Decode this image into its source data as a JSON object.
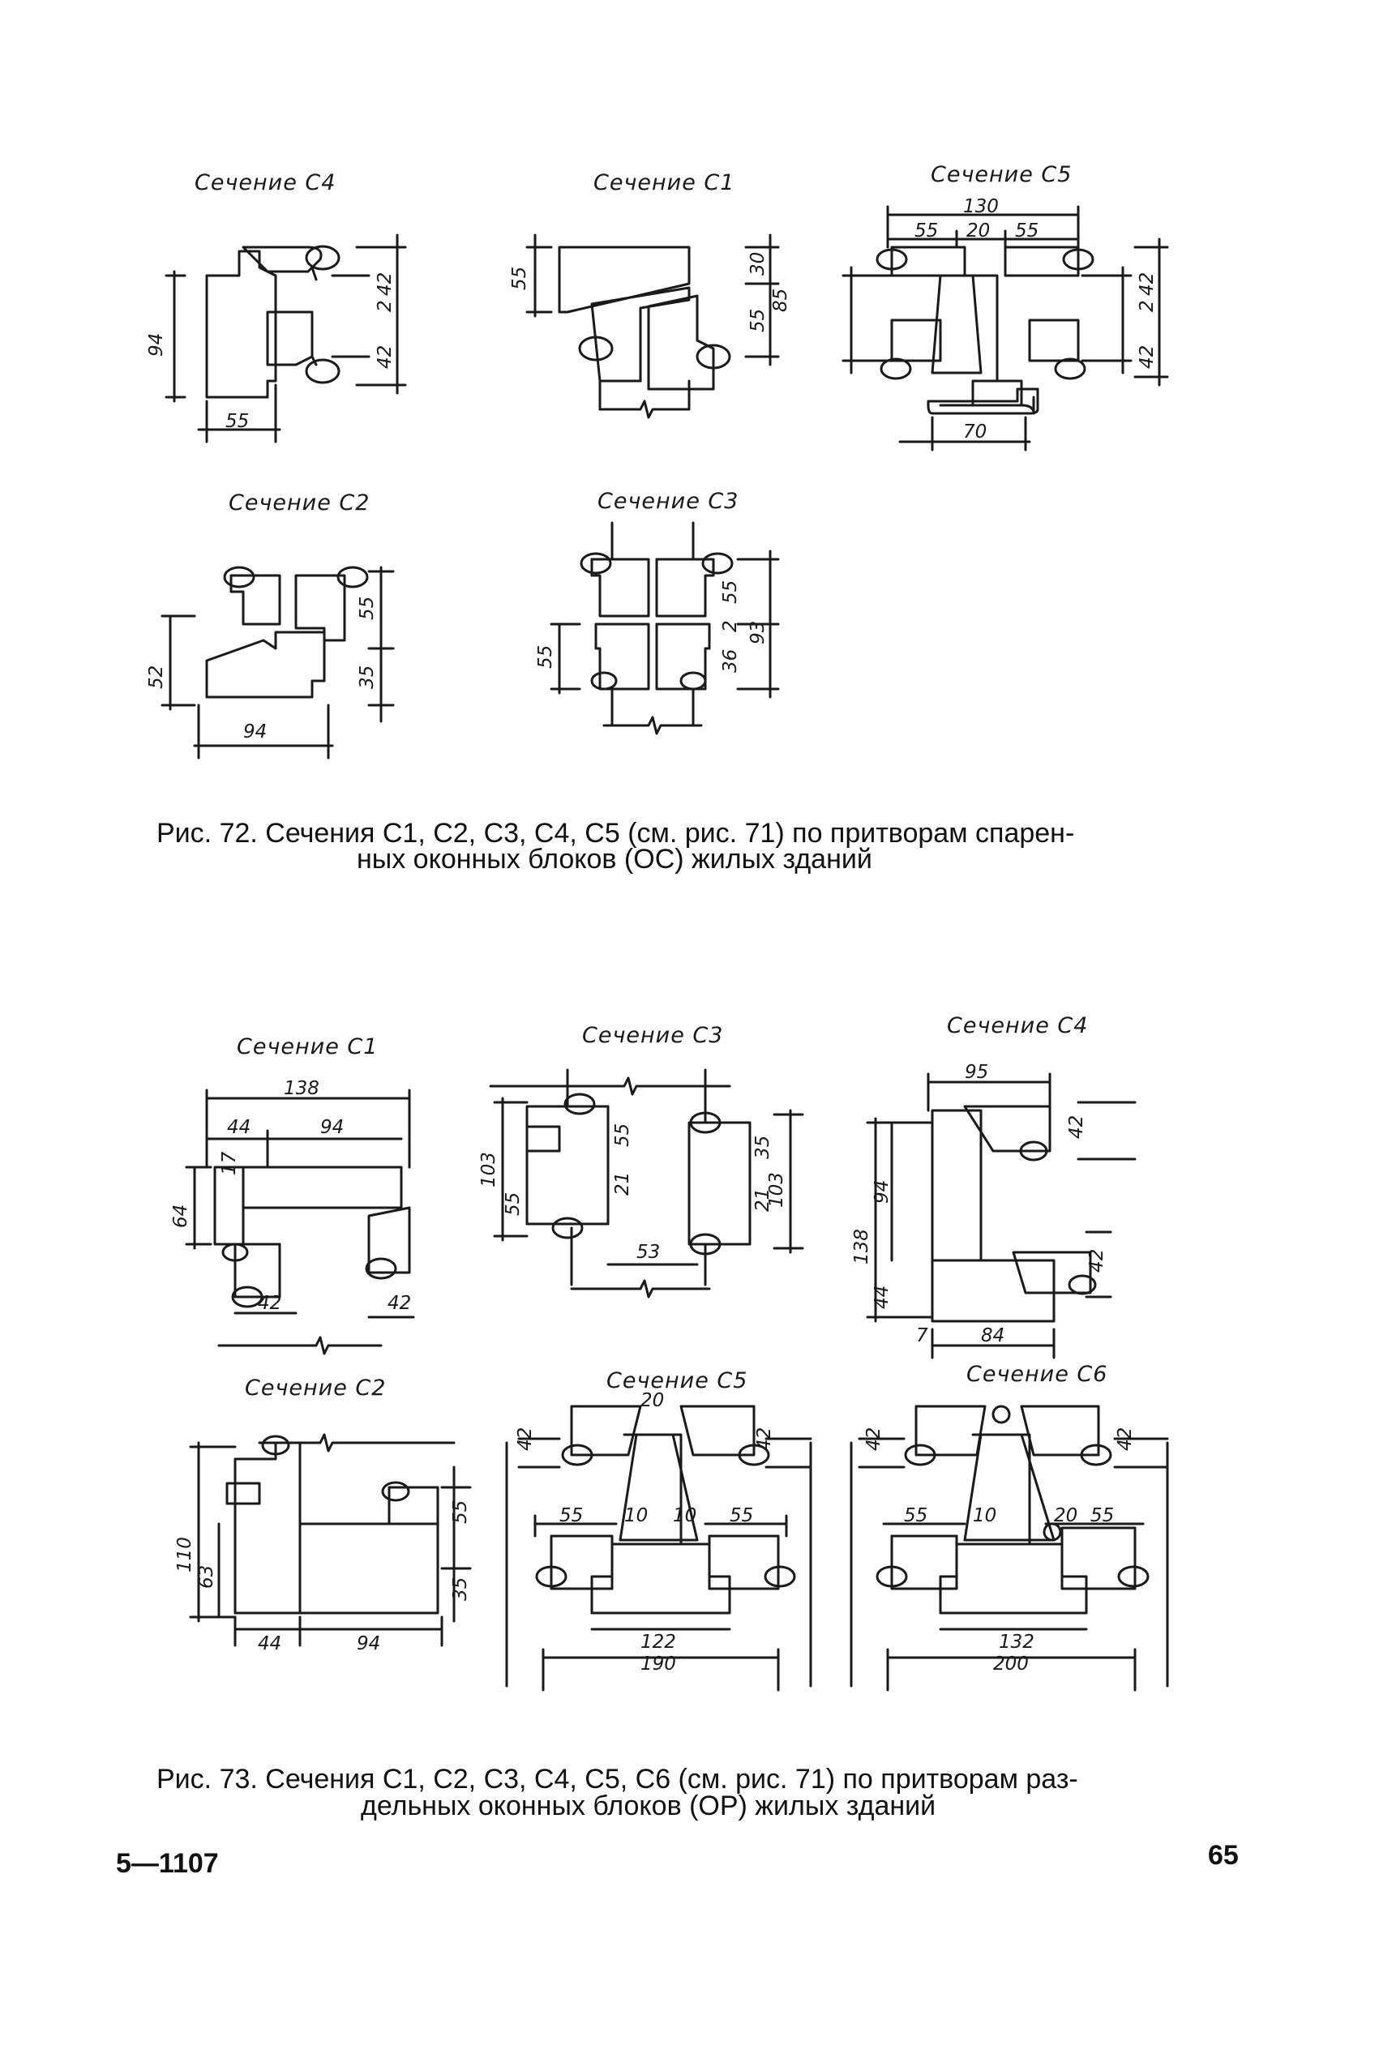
{
  "fig72": {
    "sections": [
      {
        "id": "c4",
        "title": "Сечение С4",
        "dims": [
          "94",
          "55",
          "42",
          "2",
          "42"
        ]
      },
      {
        "id": "c1",
        "title": "Сечение С1",
        "dims": [
          "55",
          "30",
          "55",
          "85"
        ]
      },
      {
        "id": "c5",
        "title": "Сечение С5",
        "dims": [
          "130",
          "55",
          "20",
          "55",
          "70",
          "42",
          "2",
          "42"
        ]
      },
      {
        "id": "c2",
        "title": "Сечение С2",
        "dims": [
          "52",
          "94",
          "55",
          "35"
        ]
      },
      {
        "id": "c3",
        "title": "Сечение С3",
        "dims": [
          "55",
          "55",
          "36",
          "2",
          "93"
        ]
      }
    ],
    "caption_line1": "Рис. 72. Сечения С1, С2, С3, С4, С5 (см. рис. 71) по притворам спарен-",
    "caption_line2": "ных оконных блоков (ОС) жилых зданий"
  },
  "fig73": {
    "sections": [
      {
        "id": "c1",
        "title": "Сечение С1",
        "dims": [
          "138",
          "44",
          "94",
          "17",
          "64",
          "42",
          "42"
        ]
      },
      {
        "id": "c3",
        "title": "Сечение С3",
        "dims": [
          "103",
          "55",
          "55",
          "21",
          "53",
          "35",
          "21",
          "103"
        ]
      },
      {
        "id": "c4",
        "title": "Сечение С4",
        "dims": [
          "95",
          "138",
          "94",
          "44",
          "42",
          "42",
          "7",
          "84"
        ]
      },
      {
        "id": "c2",
        "title": "Сечение С2",
        "dims": [
          "110",
          "63",
          "44",
          "94",
          "55",
          "35"
        ]
      },
      {
        "id": "c5",
        "title": "Сечение С5",
        "dims": [
          "20",
          "42",
          "42",
          "55",
          "10",
          "10",
          "55",
          "122",
          "190"
        ]
      },
      {
        "id": "c6",
        "title": "Сечение С6",
        "dims": [
          "42",
          "42",
          "55",
          "10",
          "20",
          "55",
          "132",
          "200"
        ]
      }
    ],
    "caption_line1": "Рис. 73. Сечения С1, С2, С3, С4, С5, С6 (см. рис. 71) по притворам раз-",
    "caption_line2": "дельных оконных блоков (ОР) жилых зданий"
  },
  "footer": {
    "left": "5—1107",
    "right": "65"
  }
}
